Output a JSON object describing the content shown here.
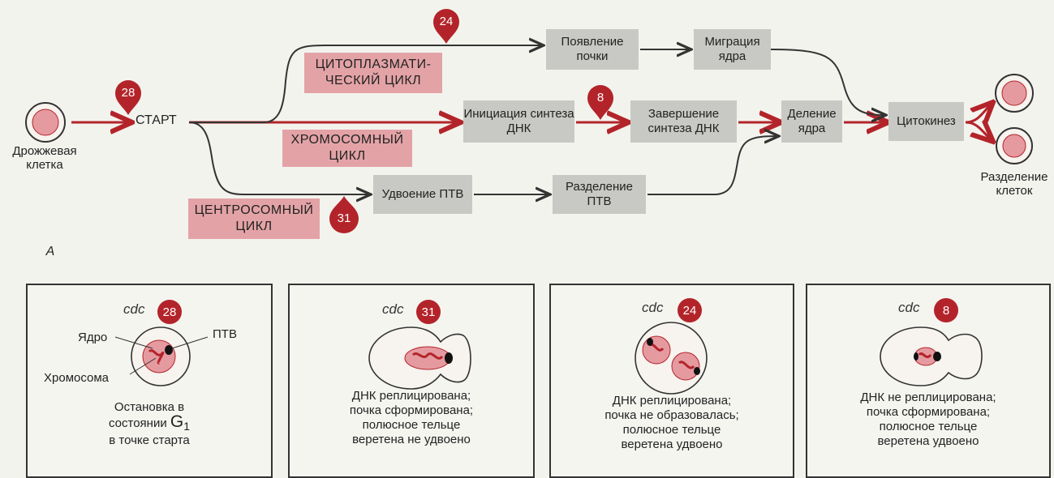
{
  "colors": {
    "arrow_red": "#b3242a",
    "line_dark": "#333333",
    "gray_box": "#c8c8c4",
    "pink_box": "#e3a3a6",
    "cell_fill": "#e59aa0"
  },
  "top": {
    "yeast_cell_label": "Дрожжевая клетка",
    "start_label": "СТАРТ",
    "cytoplasmic_cycle": "ЦИТОПЛАЗМАТИ- ЧЕСКИЙ ЦИКЛ",
    "chromosome_cycle": "ХРОМОСОМНЫЙ ЦИКЛ",
    "centrosome_cycle": "ЦЕНТРОСОМНЫЙ ЦИКЛ",
    "bud_emergence": "Появление почки",
    "nucleus_migration": "Миграция ядра",
    "dna_initiation": "Инициация синтеза ДНК",
    "dna_completion": "Завершение синтеза ДНК",
    "nucleus_division": "Деление ядра",
    "cytokinesis": "Цитокинез",
    "ptv_doubling": "Удвоение ПТВ",
    "ptv_separation": "Разделение ПТВ",
    "cell_separation": "Разделение клеток",
    "panel_letter": "А",
    "markers": {
      "m_start": "28",
      "m_cyto": "24",
      "m_chrom": "8",
      "m_centro": "31"
    }
  },
  "panels": [
    {
      "cdc": "cdc",
      "num": "28",
      "nucleus_label": "Ядро",
      "ptv_label": "ПТВ",
      "chromosome_label": "Хромосома",
      "caption_line1": "Остановка в",
      "caption_line2": "состоянии",
      "g_letter": "G",
      "g_sub": "1",
      "caption_line3": "в точке старта"
    },
    {
      "cdc": "cdc",
      "num": "31",
      "caption": [
        "ДНК реплицирована;",
        "почка сформирована;",
        "полюсное тельце",
        "веретена не удвоено"
      ]
    },
    {
      "cdc": "cdc",
      "num": "24",
      "caption": [
        "ДНК реплицирована;",
        "почка не образовалась;",
        "полюсное тельце",
        "веретена удвоено"
      ]
    },
    {
      "cdc": "cdc",
      "num": "8",
      "caption": [
        "ДНК не реплицирована;",
        "почка сформирована;",
        "полюсное тельце",
        "веретена удвоено"
      ]
    }
  ]
}
